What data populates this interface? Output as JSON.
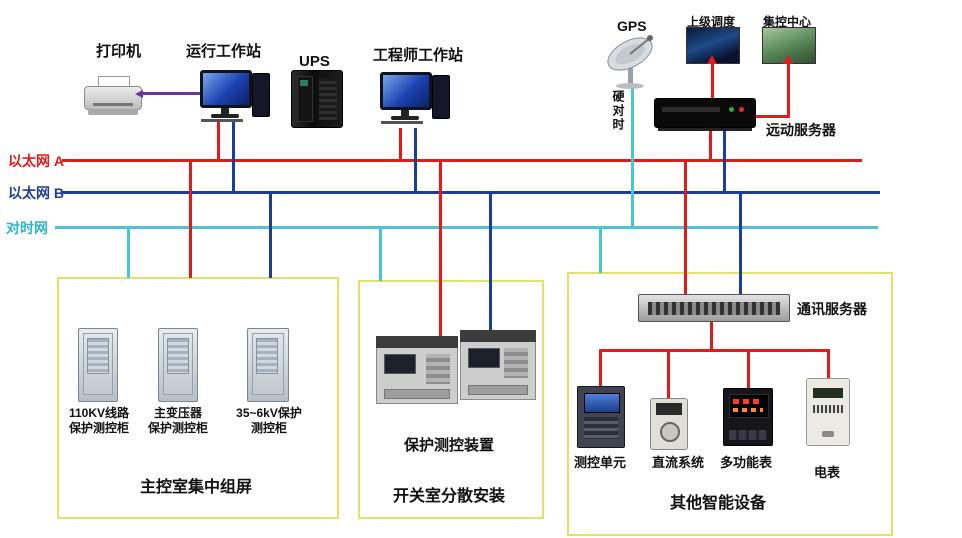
{
  "colors": {
    "ethernet_a": "#e21a1a",
    "ethernet_b": "#1c3f95",
    "time_net": "#4fc3d6",
    "printer_link": "#7030a0",
    "group_border": "#e2e263",
    "device_link_red": "#e21a1a"
  },
  "devices": {
    "printer": {
      "label": "打印机"
    },
    "operator_ws": {
      "label": "运行工作站"
    },
    "ups": {
      "label": "UPS"
    },
    "engineer_ws": {
      "label": "工程师工作站"
    },
    "gps": {
      "label": "GPS"
    },
    "dispatch": {
      "label": "上级调度"
    },
    "control_center": {
      "label": "集控中心"
    },
    "telecontrol_server": {
      "label": "远动服务器"
    },
    "hard_time_sync": {
      "label": "硬对时"
    }
  },
  "buses": {
    "ethernet_a": {
      "label": "以太网 A",
      "color": "#e21a1a"
    },
    "ethernet_b": {
      "label": "以太网 B",
      "color": "#1c3f95"
    },
    "time_net": {
      "label": "对时网",
      "color": "#4fc3d6"
    }
  },
  "groups": {
    "left": {
      "items": [
        {
          "line1": "110KV线路",
          "line2": "保护测控柜"
        },
        {
          "line1": "主变压器",
          "line2": "保护测控柜"
        },
        {
          "line1": "35~6kV保护",
          "line2": "测控柜"
        }
      ],
      "caption": "主控室集中组屏"
    },
    "middle": {
      "device_label": "保护测控装置",
      "caption": "开关室分散安装"
    },
    "right": {
      "server_label": "通讯服务器",
      "items": [
        {
          "label": "测控单元"
        },
        {
          "label": "直流系统"
        },
        {
          "label": "多功能表"
        },
        {
          "label": "电表"
        }
      ],
      "caption": "其他智能设备"
    }
  }
}
